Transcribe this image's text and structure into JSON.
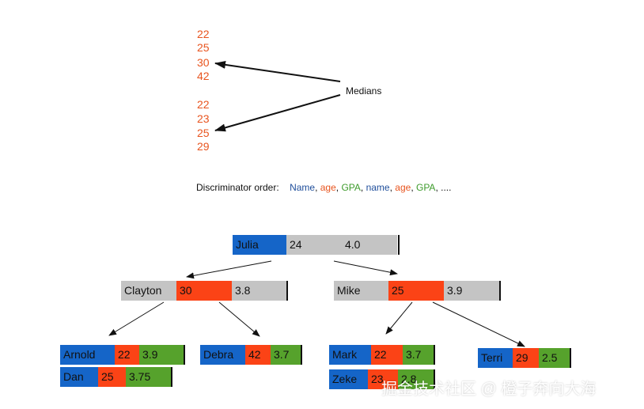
{
  "median_lists": {
    "upper": [
      "22",
      "25",
      "30",
      "42"
    ],
    "lower": [
      "22",
      "23",
      "25",
      "29"
    ]
  },
  "medians_label": "Medians",
  "discriminator": {
    "label": "Discriminator order:",
    "sequence": [
      {
        "text": "Name",
        "kind": "name"
      },
      {
        "text": ", ",
        "kind": "plain"
      },
      {
        "text": "age",
        "kind": "age"
      },
      {
        "text": ", ",
        "kind": "plain"
      },
      {
        "text": "GPA",
        "kind": "gpa"
      },
      {
        "text": ", ",
        "kind": "plain"
      },
      {
        "text": "name",
        "kind": "name"
      },
      {
        "text": ", ",
        "kind": "plain"
      },
      {
        "text": "age",
        "kind": "age"
      },
      {
        "text": ", ",
        "kind": "plain"
      },
      {
        "text": "GPA",
        "kind": "gpa"
      },
      {
        "text": ", ....",
        "kind": "plain"
      }
    ]
  },
  "tree": {
    "julia": {
      "name": "Julia",
      "age": "24",
      "gpa": "4.0"
    },
    "clayton": {
      "name": "Clayton",
      "age": "30",
      "gpa": "3.8"
    },
    "mike": {
      "name": "Mike",
      "age": "25",
      "gpa": "3.9"
    },
    "arnold": {
      "name": "Arnold",
      "age": "22",
      "gpa": "3.9"
    },
    "dan": {
      "name": "Dan",
      "age": "25",
      "gpa": "3.75"
    },
    "debra": {
      "name": "Debra",
      "age": "42",
      "gpa": "3.7"
    },
    "mark": {
      "name": "Mark",
      "age": "22",
      "gpa": "3.7"
    },
    "zeke": {
      "name": "Zeke",
      "age": "23",
      "gpa": "2.8"
    },
    "terri": {
      "name": "Terri",
      "age": "29",
      "gpa": "2.5"
    }
  },
  "colors": {
    "name": "#1565c8",
    "age": "#fb4316",
    "gpa": "#56a22c",
    "inactive": "#c4c4c4",
    "number_text": "#e8541e"
  },
  "watermark": "掘金技术社区 @ 橙子奔向大海"
}
